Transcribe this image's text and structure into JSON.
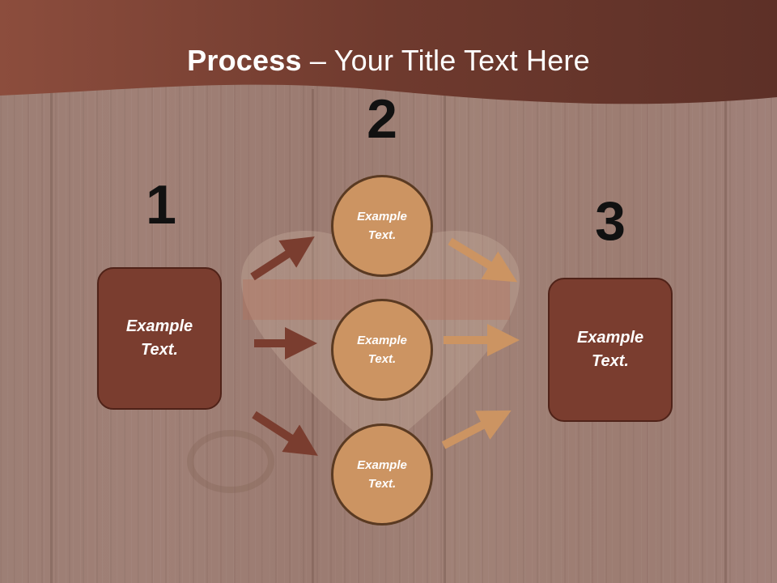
{
  "title": {
    "bold": "Process",
    "separator": " – ",
    "rest": "Your Title Text Here"
  },
  "steps": [
    {
      "number": "1",
      "box_text": [
        "Example",
        "Text."
      ]
    },
    {
      "number": "2",
      "circles": [
        {
          "text": [
            "Example",
            "Text."
          ]
        },
        {
          "text": [
            "Example",
            "Text."
          ]
        },
        {
          "text": [
            "Example",
            "Text."
          ]
        }
      ]
    },
    {
      "number": "3",
      "box_text": [
        "Example",
        "Text."
      ]
    }
  ],
  "colors": {
    "header": "#7a3d2f",
    "box_fill": "#7a3d2f",
    "circle_fill": "#cc9462",
    "arrow_left": "#7a3d2f",
    "arrow_right": "#cc9462"
  }
}
